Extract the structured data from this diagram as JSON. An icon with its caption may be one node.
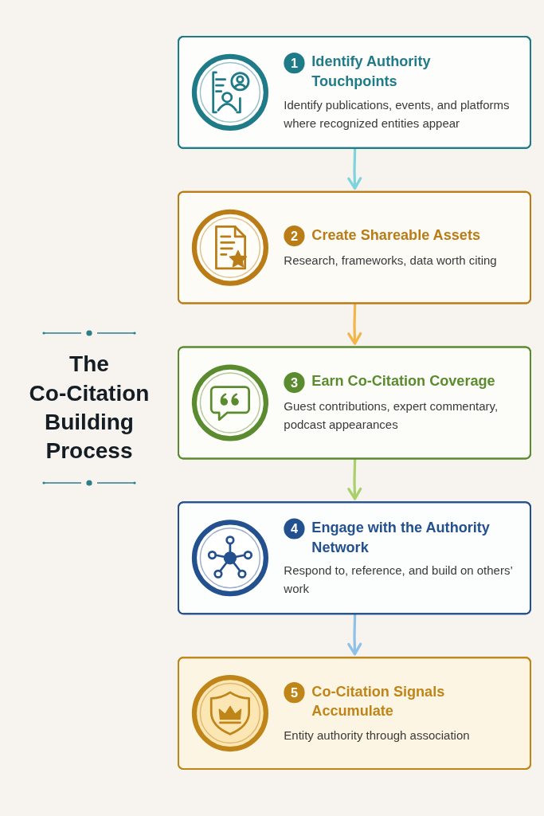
{
  "diagram": {
    "title": "The Co-Citation Building Process",
    "nodes": [
      {
        "text": [
          "1",
          "Identify Authority Touchpoints",
          "Identify publications, events, and platforms where recognized entities appear"
        ]
      },
      {
        "text": [
          "2",
          "Create Shareable Assets",
          "Research, frameworks, data worth citing"
        ]
      },
      {
        "text": [
          "3",
          "Earn Co-Citation Coverage",
          "Guest contributions, expert commentary, podcast appearances"
        ]
      },
      {
        "text": [
          "4",
          "Engage with the Authority Network",
          "Respond to, reference, and build on others’ work"
        ]
      },
      {
        "text": [
          "5",
          "Co-Citation Signals Accumulate",
          "Entity authority through association"
        ]
      }
    ],
    "edges": [
      {
        "from": 0,
        "to": 1,
        "arrow": "to",
        "color": "#7fd3dd"
      },
      {
        "from": 1,
        "to": 2,
        "arrow": "to",
        "color": "#f3b548"
      },
      {
        "from": 2,
        "to": 3,
        "arrow": "to",
        "color": "#a9d06b"
      },
      {
        "from": 3,
        "to": 4,
        "arrow": "to",
        "color": "#8fc0e8"
      }
    ]
  }
}
